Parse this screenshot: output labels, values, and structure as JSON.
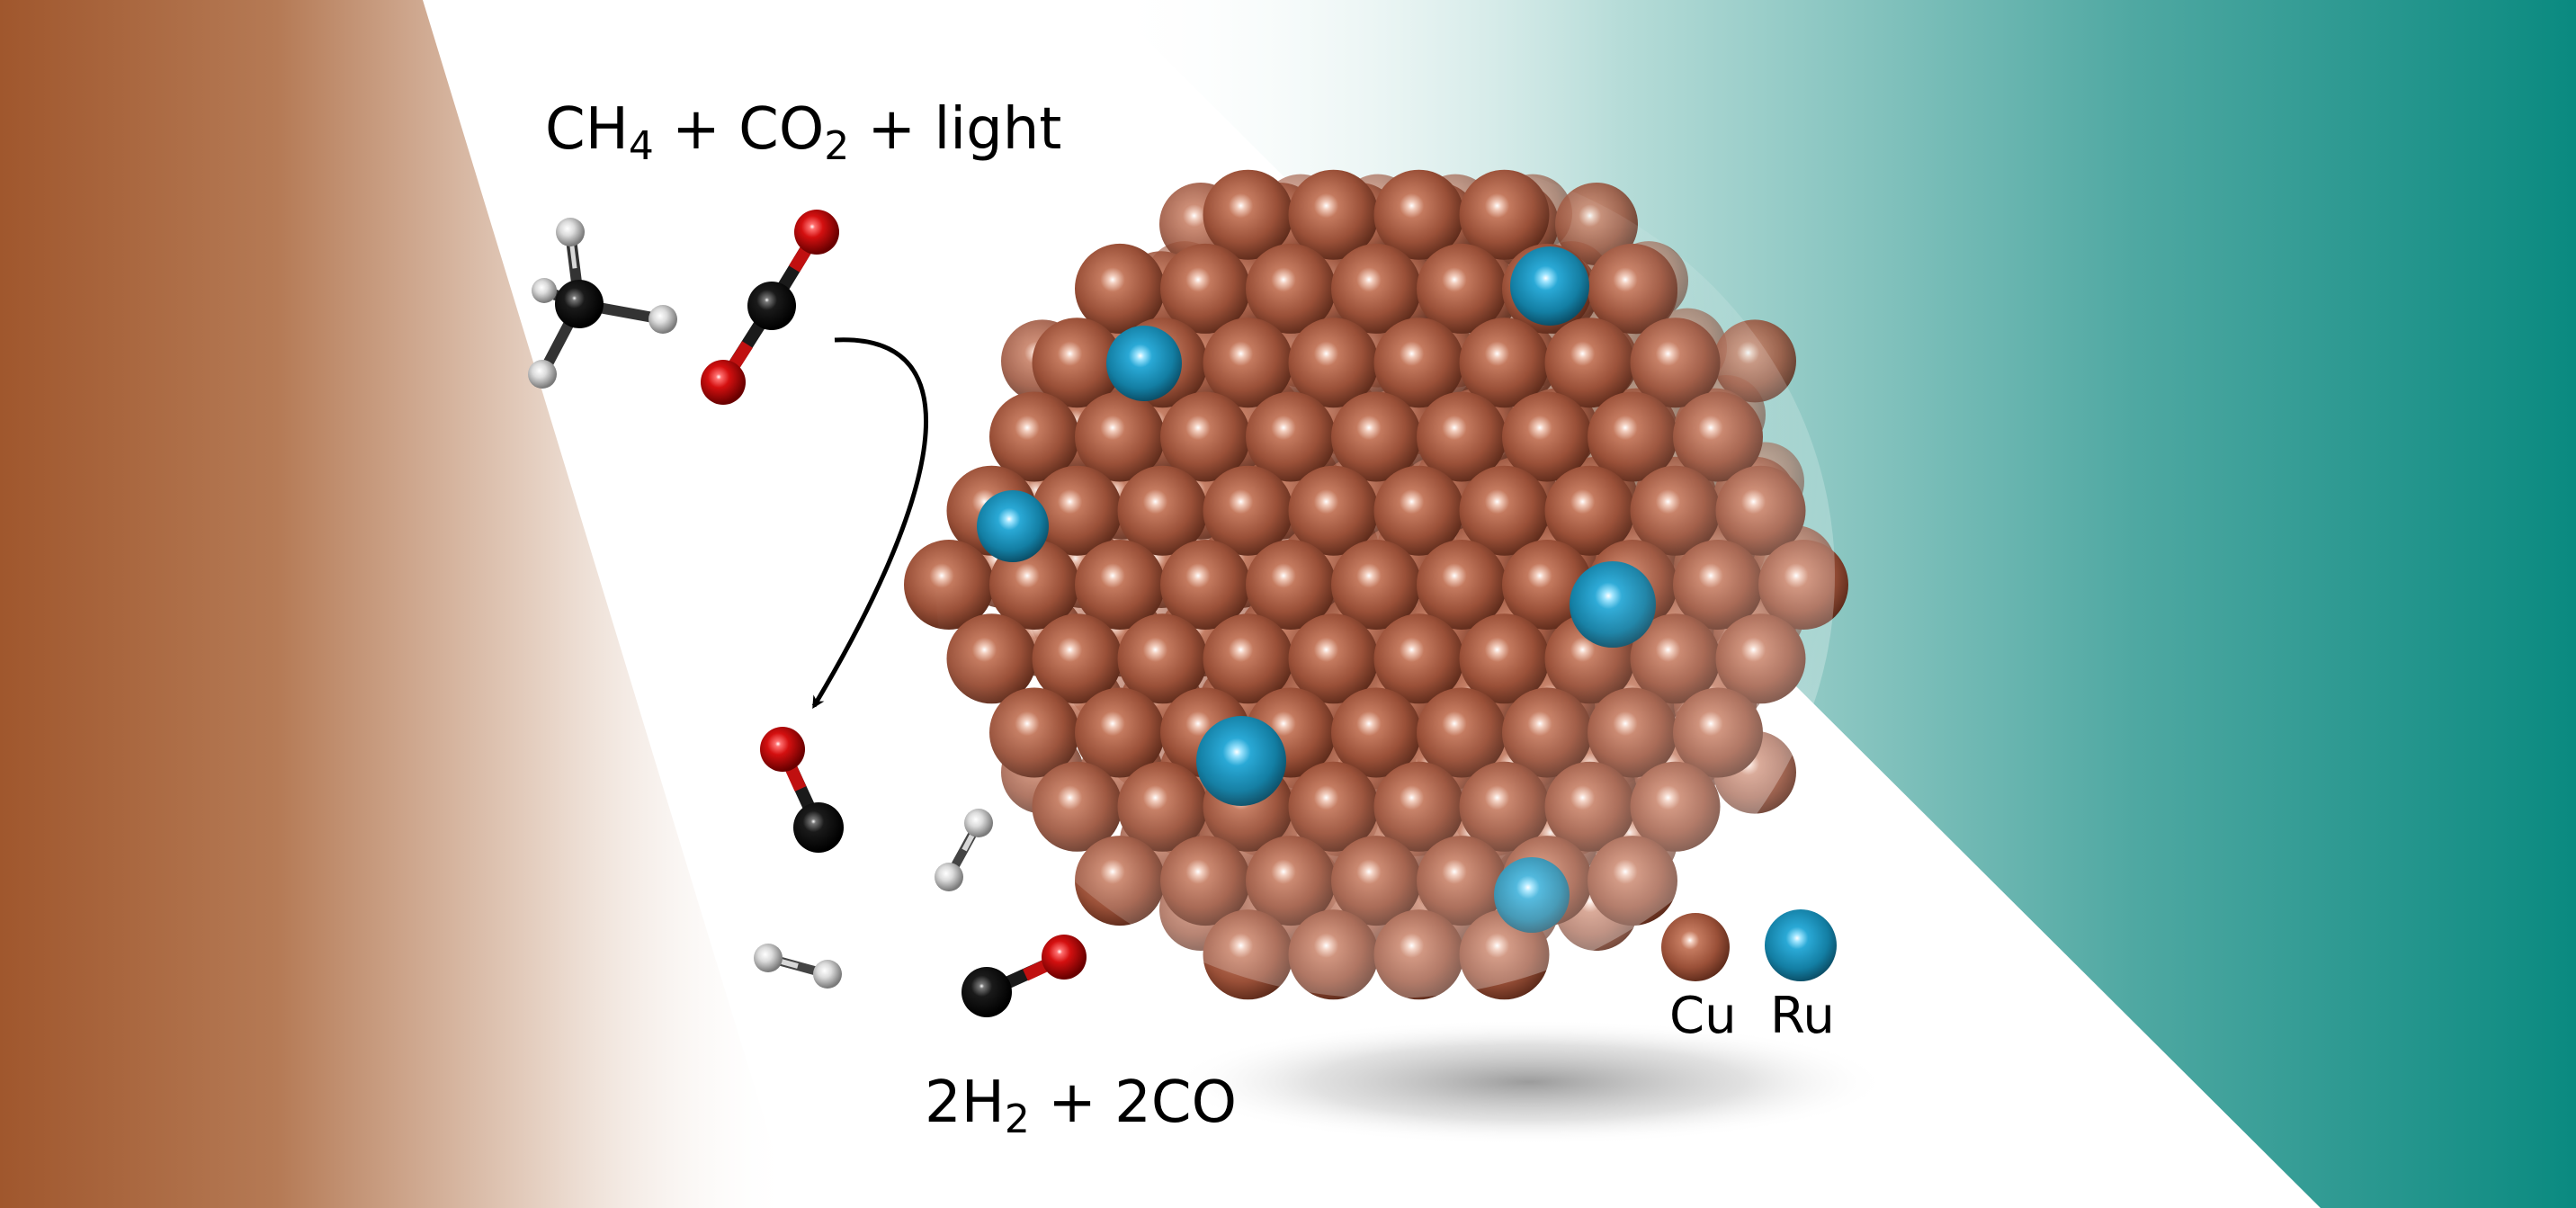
{
  "reactants_equation": {
    "part1": "CH",
    "sub1": "4",
    "part2": " + CO",
    "sub2": "2",
    "part3": " + light"
  },
  "products_equation": {
    "part1": "2H",
    "sub1": "2",
    "part2": " + 2CO"
  },
  "legend": {
    "cu_label": "Cu",
    "ru_label": "Ru"
  },
  "colors": {
    "copper": "#a0533a",
    "ruthenium": "#1a86ab",
    "carbon": "#111111",
    "oxygen": "#d01010",
    "hydrogen": "#c8c8c8",
    "left_gradient": "#a0572d",
    "right_gradient": "#0a8a80"
  }
}
